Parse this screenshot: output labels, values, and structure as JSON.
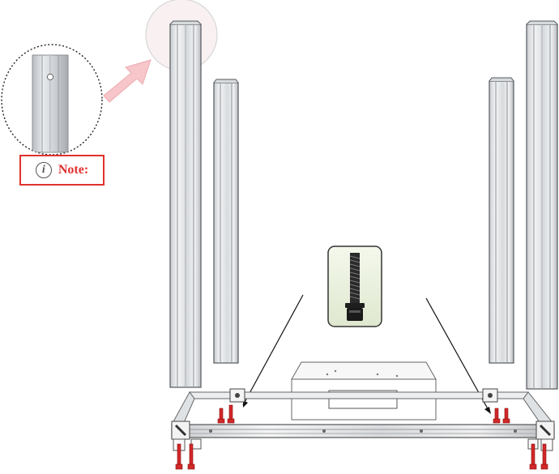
{
  "note": {
    "icon": "info-icon",
    "icon_glyph": "i",
    "label": "Note:",
    "accent_color": "#e0312f"
  },
  "colors": {
    "profile_fill": "#e6e8eb",
    "profile_stroke": "#6b6f74",
    "bolt_red": "#d22828",
    "arrow_pink": "#f4c4c8"
  },
  "icons": [
    "info-icon",
    "magnifier-callout",
    "screw-icon",
    "bolt-icon"
  ]
}
